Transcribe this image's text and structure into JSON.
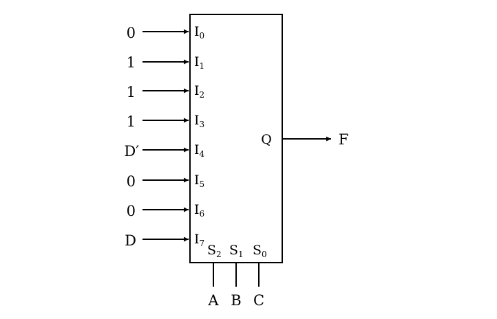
{
  "mux": {
    "inputs": [
      {
        "value": "0",
        "pin": "I",
        "index": "0"
      },
      {
        "value": "1",
        "pin": "I",
        "index": "1"
      },
      {
        "value": "1",
        "pin": "I",
        "index": "2"
      },
      {
        "value": "1",
        "pin": "I",
        "index": "3"
      },
      {
        "value": "D′",
        "pin": "I",
        "index": "4"
      },
      {
        "value": "0",
        "pin": "I",
        "index": "5"
      },
      {
        "value": "0",
        "pin": "I",
        "index": "6"
      },
      {
        "value": "D",
        "pin": "I",
        "index": "7"
      }
    ],
    "selects": [
      {
        "pin": "S",
        "index": "2",
        "signal": "A"
      },
      {
        "pin": "S",
        "index": "1",
        "signal": "B"
      },
      {
        "pin": "S",
        "index": "0",
        "signal": "C"
      }
    ],
    "output_pin": "Q",
    "output_signal": "F"
  }
}
